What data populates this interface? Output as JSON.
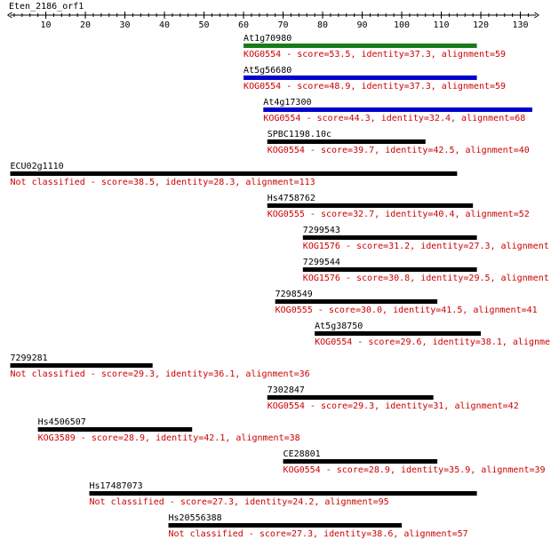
{
  "query": {
    "name": "Eten_2186_orf1",
    "length": 134
  },
  "axis": {
    "min": 1,
    "max": 134,
    "major_ticks": [
      10,
      20,
      30,
      40,
      50,
      60,
      70,
      80,
      90,
      100,
      110,
      120,
      130
    ],
    "minor_step": 2
  },
  "colors": {
    "axis": "#000000",
    "label": "#000000",
    "description": "#cc0000",
    "default_bar": "#000000",
    "green_bar": "#1a7a1a",
    "blue_bar": "#0000cc"
  },
  "hits": [
    {
      "name": "At1g70980",
      "start": 60,
      "end": 119,
      "color": "#1a7a1a",
      "desc": "KOG0554 - score=53.5, identity=37.3, alignment=59"
    },
    {
      "name": "At5g56680",
      "start": 60,
      "end": 119,
      "color": "#0000cc",
      "desc": "KOG0554 - score=48.9, identity=37.3, alignment=59"
    },
    {
      "name": "At4g17300",
      "start": 65,
      "end": 133,
      "color": "#0000cc",
      "desc": "KOG0554 - score=44.3, identity=32.4, alignment=68"
    },
    {
      "name": "SPBC1198.10c",
      "start": 66,
      "end": 106,
      "color": "#000000",
      "desc": "KOG0554 - score=39.7, identity=42.5, alignment=40"
    },
    {
      "name": "ECU02g1110",
      "start": 1,
      "end": 114,
      "color": "#000000",
      "desc": "Not classified - score=38.5, identity=28.3, alignment=113"
    },
    {
      "name": "Hs4758762",
      "start": 66,
      "end": 118,
      "color": "#000000",
      "desc": "KOG0555 - score=32.7, identity=40.4, alignment=52"
    },
    {
      "name": "7299543",
      "start": 75,
      "end": 119,
      "color": "#000000",
      "desc": "KOG1576 - score=31.2, identity=27.3, alignment"
    },
    {
      "name": "7299544",
      "start": 75,
      "end": 119,
      "color": "#000000",
      "desc": "KOG1576 - score=30.8, identity=29.5, alignment"
    },
    {
      "name": "7298549",
      "start": 68,
      "end": 109,
      "color": "#000000",
      "desc": "KOG0555 - score=30.0, identity=41.5, alignment=41"
    },
    {
      "name": "At5g38750",
      "start": 78,
      "end": 120,
      "color": "#000000",
      "desc": "KOG0554 - score=29.6, identity=38.1, alignme"
    },
    {
      "name": "7299281",
      "start": 1,
      "end": 37,
      "color": "#000000",
      "desc": "Not classified - score=29.3, identity=36.1, alignment=36"
    },
    {
      "name": "7302847",
      "start": 66,
      "end": 108,
      "color": "#000000",
      "desc": "KOG0554 - score=29.3, identity=31, alignment=42"
    },
    {
      "name": "Hs4506507",
      "start": 8,
      "end": 47,
      "color": "#000000",
      "desc": "KOG3589 - score=28.9, identity=42.1, alignment=38"
    },
    {
      "name": "CE28801",
      "start": 70,
      "end": 109,
      "color": "#000000",
      "desc": "KOG0554 - score=28.9, identity=35.9, alignment=39"
    },
    {
      "name": "Hs17487073",
      "start": 21,
      "end": 119,
      "color": "#000000",
      "desc": "Not classified - score=27.3, identity=24.2, alignment=95"
    },
    {
      "name": "Hs20556388",
      "start": 41,
      "end": 100,
      "color": "#000000",
      "desc": "Not classified - score=27.3, identity=38.6, alignment=57"
    }
  ]
}
